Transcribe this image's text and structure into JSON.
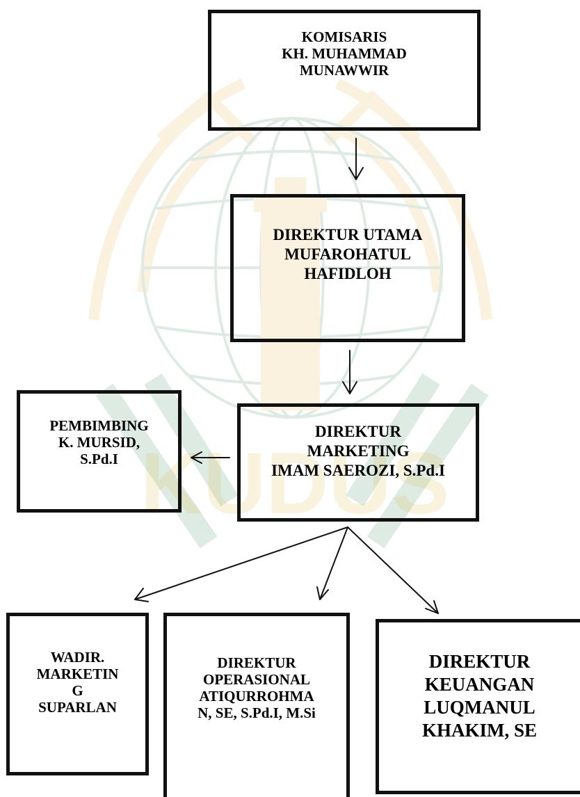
{
  "watermark": {
    "text": "KUDUS",
    "green": "#3e8f5e",
    "gold": "#e2b94a"
  },
  "nodes": {
    "komisaris": {
      "lines": [
        "KOMISARIS",
        "KH. MUHAMMAD",
        "MUNAWWIR"
      ]
    },
    "direktur_utama": {
      "lines": [
        "DIREKTUR UTAMA",
        "MUFAROHATUL",
        "HAFIDLOH"
      ]
    },
    "direktur_marketing": {
      "lines": [
        "DIREKTUR",
        "MARKETING",
        "IMAM SAEROZI, S.Pd.I"
      ]
    },
    "pembimbing": {
      "lines": [
        "PEMBIMBING",
        "K. MURSID,",
        "S.Pd.I"
      ]
    },
    "wadir_marketing": {
      "lines": [
        "WADIR.",
        "MARKETIN",
        "G",
        "SUPARLAN"
      ]
    },
    "direktur_operasional": {
      "lines": [
        "DIREKTUR",
        "OPERASIONAL",
        "ATIQURROHMA",
        "N, SE, S.Pd.I, M.Si"
      ]
    },
    "direktur_keuangan": {
      "lines": [
        "DIREKTUR",
        "KEUANGAN",
        "LUQMANUL",
        "KHAKIM, SE"
      ]
    }
  }
}
